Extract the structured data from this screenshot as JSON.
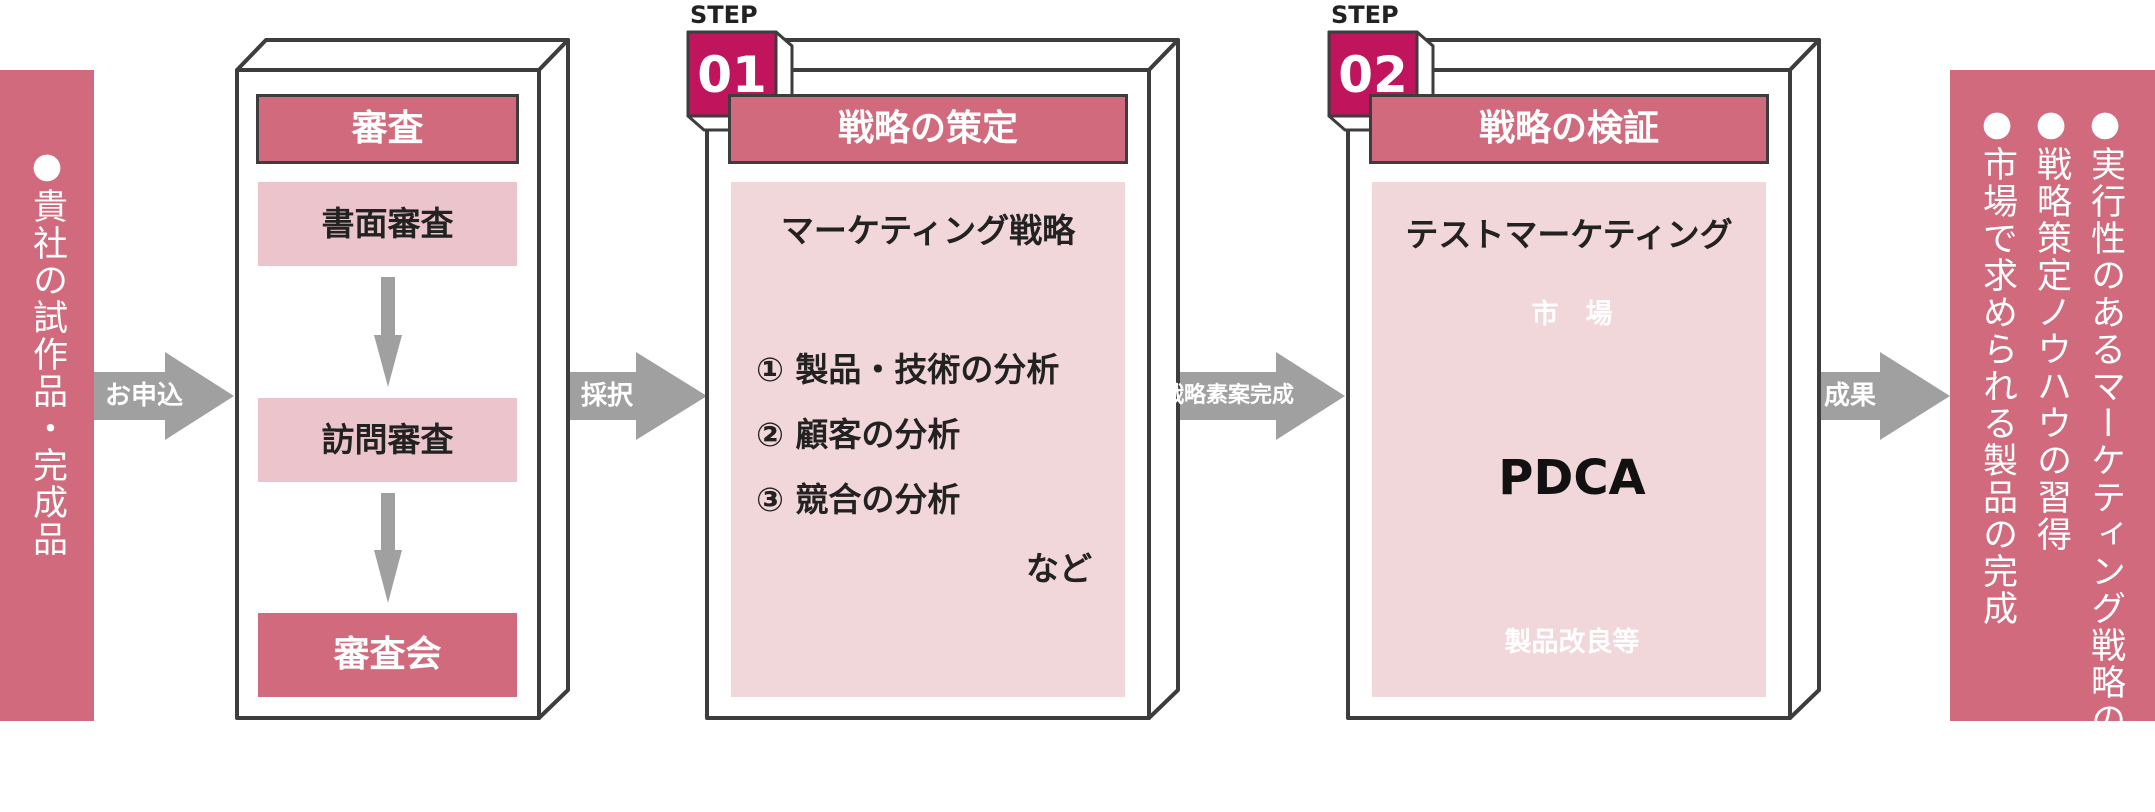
{
  "left_banner": {
    "text": "●貴社の試作品・完成品"
  },
  "arrows": {
    "apply": "お申込",
    "adopt": "採択",
    "complete": "戦略素案完成",
    "result": "成果"
  },
  "review": {
    "header": "審査",
    "items": [
      "書面審査",
      "訪問審査"
    ],
    "final": "審査会"
  },
  "step1": {
    "tag": "STEP",
    "number": "01",
    "header": "戦略の策定",
    "title": "マーケティング戦略",
    "list": [
      "① 製品・技術の分析",
      "② 顧客の分析",
      "③ 競合の分析"
    ],
    "etc": "など"
  },
  "step2": {
    "tag": "STEP",
    "number": "02",
    "header": "戦略の検証",
    "title": "テストマーケティング",
    "top_ellipse": "市　場",
    "center": "PDCA",
    "bottom_ellipse": "製品改良等"
  },
  "outcomes": [
    "●実行性のあるマーケティング戦略の完成",
    "●戦略策定ノウハウの習得",
    "●市場で求められる製品の完成"
  ],
  "colors": {
    "brand_pink": "#d06a7c",
    "light_pink": "#f1d6da",
    "step_magenta": "#c0145c",
    "arrow_gray": "#a0a0a0"
  }
}
